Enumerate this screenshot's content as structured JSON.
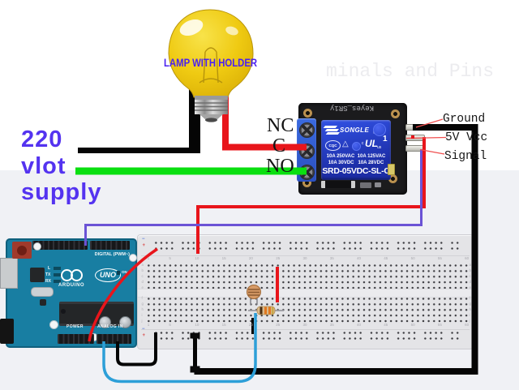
{
  "scene": {
    "watermark": "minals and Pins"
  },
  "mains": {
    "label_line1": "220",
    "label_line2": "vlot",
    "label_line3": "supply"
  },
  "lamp": {
    "label": "LAMP WITH HOLDER"
  },
  "relay_module": {
    "silkscreen": "Keyes_SR1y",
    "relay_brand": "SONGLE",
    "reg_mark": "®",
    "cert_cqc": "CQC",
    "cert_triangle": "△",
    "cert_c": "c",
    "cert_ul": "UL",
    "cert_us": "us",
    "cert_one": "1",
    "rating_line1": "10A 250VAC  10A 125VAC",
    "rating_line2": "10A 30VDC   10A 28VDC",
    "model": "SRD-05VDC-SL-C",
    "terminal_labels": {
      "nc": "NC",
      "common": "C",
      "no": "NO"
    },
    "pin_labels": {
      "ground": "Ground",
      "vcc": "5V Vcc",
      "signal": "Signal"
    }
  },
  "arduino": {
    "digital_header": "DIGITAL (PWM~)",
    "brand": "ARDUINO",
    "model": "UNO",
    "power_header": "POWER",
    "analog_header": "ANALOG IN",
    "on_led": "ON",
    "led_l": "L",
    "led_tx": "TX",
    "led_rx": "RX"
  },
  "breadboard": {
    "column_numbers": [
      "1",
      "5",
      "10",
      "15",
      "20",
      "25",
      "30",
      "35",
      "40",
      "45",
      "50",
      "55",
      "60"
    ],
    "row_letters": [
      "a",
      "b",
      "c",
      "d",
      "e",
      "f",
      "g",
      "h",
      "i",
      "j"
    ],
    "rail_plus": "+",
    "rail_minus": "−"
  },
  "wire_colors": {
    "red": "#e8151b",
    "green": "#0adf10",
    "black": "#050505",
    "purple": "#6b53d5",
    "blue": "#2d9fd8",
    "pointer": "#f05050"
  }
}
